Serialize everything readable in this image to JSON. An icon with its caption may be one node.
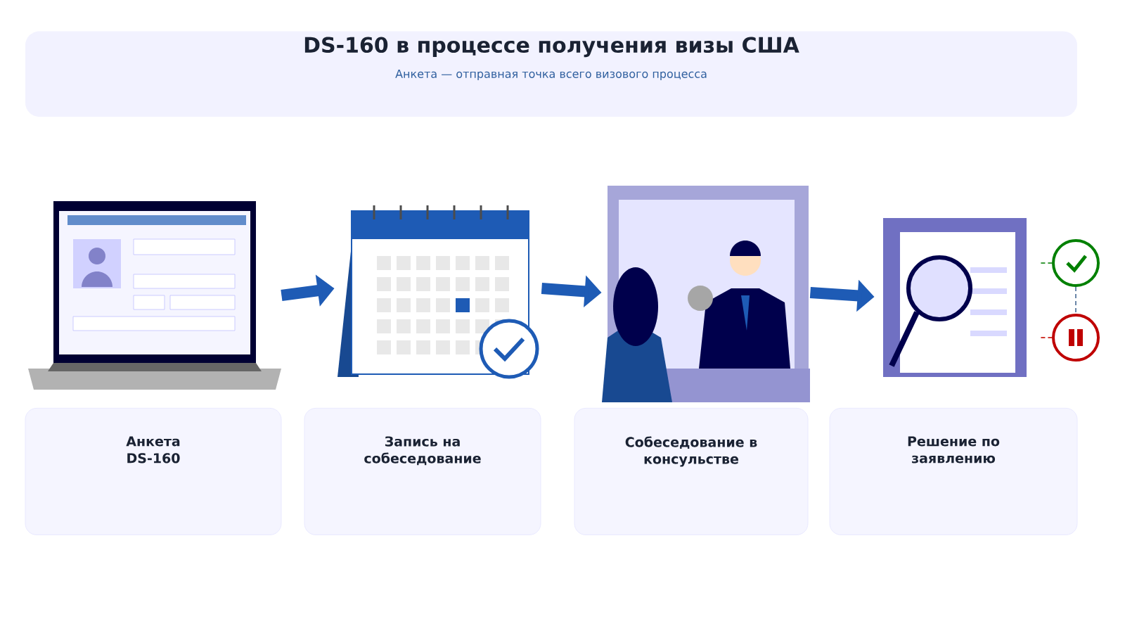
{
  "diagram": {
    "nodes": [
      {
        "text": [
          "DS-160 в процессе получения визы США",
          "Анкета — отправная точка всего визового процесса"
        ]
      },
      {
        "text": [],
        "shape": "picture"
      },
      {
        "text": [],
        "shape": "picture"
      },
      {
        "text": [],
        "shape": "picture"
      },
      {
        "text": [],
        "shape": "picture"
      },
      {
        "text": [
          "Анкета DS-160"
        ]
      },
      {
        "text": [
          "Запись на собеседование"
        ]
      },
      {
        "text": [
          "Собеседование в консульстве"
        ]
      },
      {
        "text": [
          "Решение по заявлению"
        ]
      },
      {
        "text": [],
        "shape": "circle"
      },
      {
        "text": [],
        "shape": "circle"
      }
    ],
    "edges": [
      {
        "from": 1,
        "to": 2,
        "arrow": "to",
        "style": "thick"
      },
      {
        "from": 2,
        "to": 3,
        "arrow": "to",
        "style": "thick"
      },
      {
        "from": 3,
        "to": 4,
        "arrow": "to",
        "style": "thick"
      },
      {
        "from": 4,
        "to": 9,
        "arrow": "none",
        "style": "dashed",
        "color": "#3a9a3a"
      },
      {
        "from": 4,
        "to": 10,
        "arrow": "none",
        "style": "dashed",
        "color": "#d03b32"
      },
      {
        "from": 9,
        "to": 10,
        "arrow": "none",
        "style": "dashed",
        "color": "#6a86a8"
      }
    ]
  }
}
